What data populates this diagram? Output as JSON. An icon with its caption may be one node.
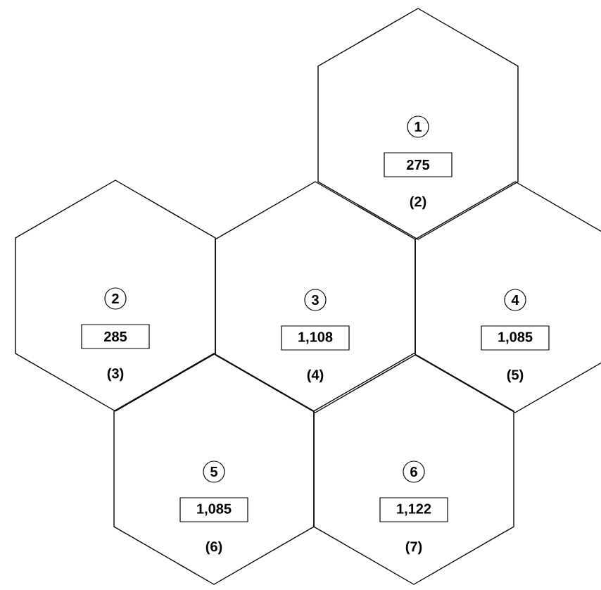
{
  "diagram": {
    "nodes": [
      {
        "text": [
          "(2)"
        ]
      },
      {
        "text": [
          "1"
        ],
        "in": 0
      },
      {
        "text": [
          "275"
        ],
        "in": 0
      },
      {
        "text": [
          "(3)"
        ]
      },
      {
        "text": [
          "2"
        ],
        "in": 3
      },
      {
        "text": [
          "285"
        ],
        "in": 3
      },
      {
        "text": [
          "(4)"
        ]
      },
      {
        "text": [
          "3"
        ],
        "in": 6
      },
      {
        "text": [
          "1,108"
        ],
        "in": 6
      },
      {
        "text": [
          "(5)"
        ]
      },
      {
        "text": [
          "4"
        ],
        "in": 9
      },
      {
        "text": [
          "1,085"
        ],
        "in": 9
      },
      {
        "text": [
          "(6)"
        ]
      },
      {
        "text": [
          "5"
        ],
        "in": 12
      },
      {
        "text": [
          "1,085"
        ],
        "in": 12
      },
      {
        "text": [
          "(7)"
        ]
      },
      {
        "text": [
          "6"
        ],
        "in": 15
      },
      {
        "text": [
          "1,122"
        ],
        "in": 15
      }
    ]
  }
}
